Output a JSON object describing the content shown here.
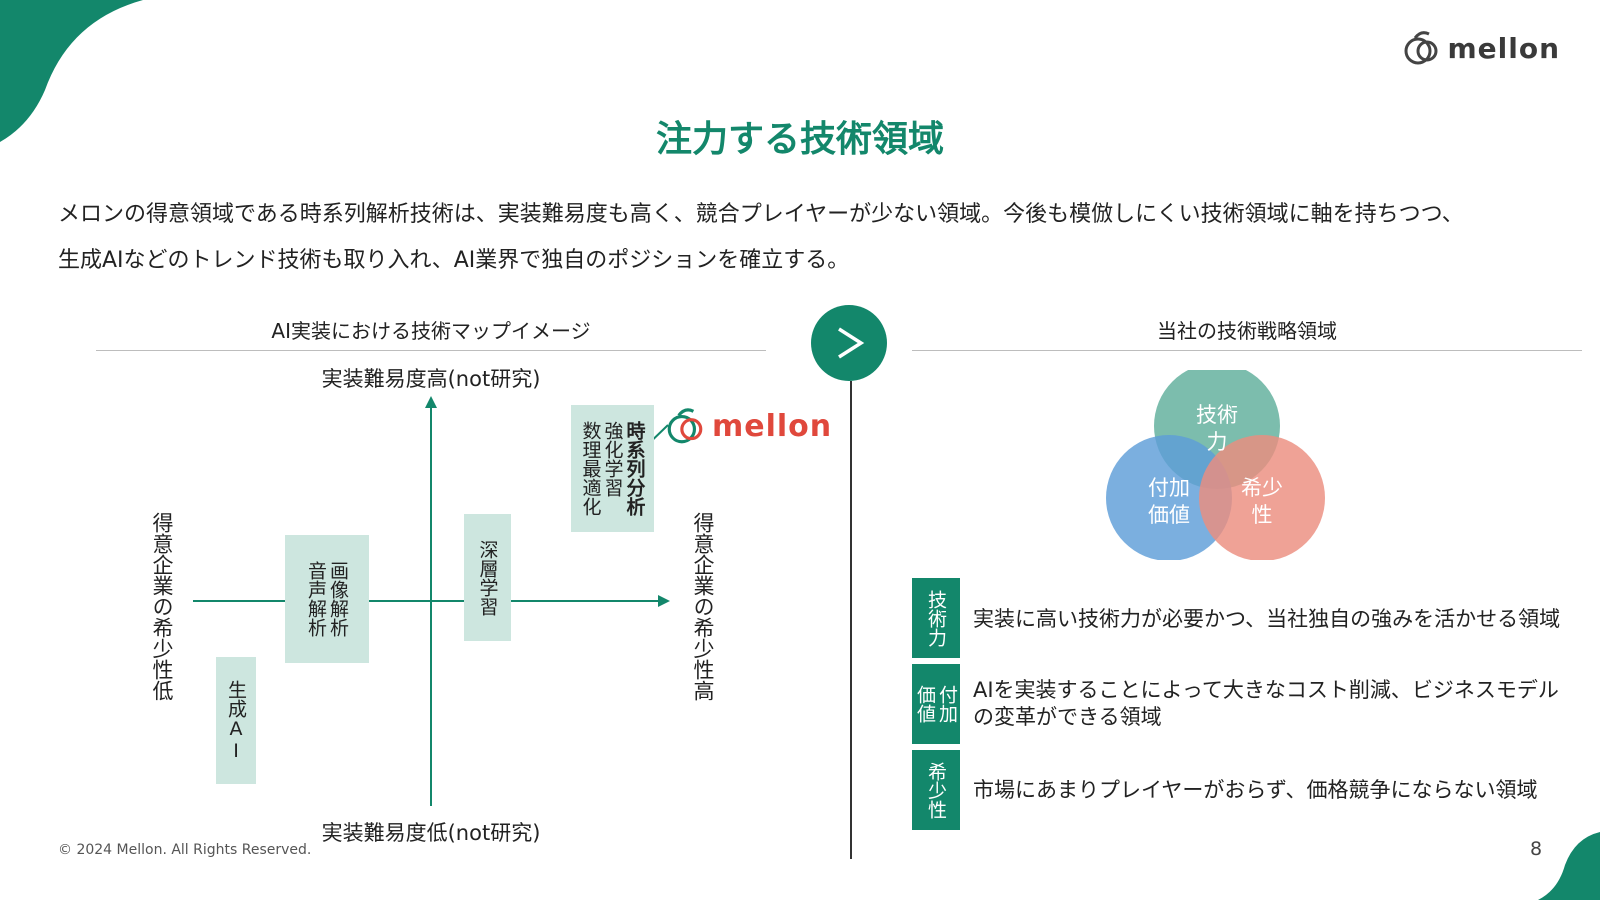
{
  "header": {
    "logo_text": "mellon",
    "title": "注力する技術領域"
  },
  "intro": {
    "line1": "メロンの得意領域である時系列解析技術は、実装難易度も高く、競合プレイヤーが少ない領域。今後も模倣しにくい技術領域に軸を持ちつつ、",
    "line2": "生成AIなどのトレンド技術も取り入れ、AI業界で独自のポジションを確立する。"
  },
  "left_section": {
    "heading": "AI実装における技術マップイメージ",
    "axis_top": "実装難易度高(not研究)",
    "axis_bottom": "実装難易度低(not研究)",
    "axis_left": "得意企業の希少性低",
    "axis_right": "得意企業の希少性高",
    "boxes": {
      "genai": "生成AI",
      "image_audio_col1": "画像解析",
      "image_audio_col2": "音声解析",
      "deep": "深層学習",
      "ts_col1": "時系列分析",
      "ts_col2": "強化学習",
      "ts_col3": "数理最適化"
    },
    "brand_logo_text": "mellon"
  },
  "right_section": {
    "heading": "当社の技術戦略領域",
    "venn": {
      "top_l1": "技術",
      "top_l2": "力",
      "left_l1": "付加",
      "left_l2": "価値",
      "right_l1": "希少",
      "right_l2": "性"
    },
    "definitions": {
      "tech_tag": "技術力",
      "tech_text": "実装に高い技術力が必要かつ、当社独自の強みを活かせる領域",
      "value_tag_col1": "付加",
      "value_tag_col2": "価値",
      "value_text": "AIを実装することによって大きなコスト削減、ビジネスモデルの変革ができる領域",
      "rarity_tag": "希少性",
      "rarity_text": "市場にあまりプレイヤーがおらず、価格競争にならない領域"
    }
  },
  "footer": {
    "copyright": "© 2024 Mellon. All Rights Reserved.",
    "page": "8"
  },
  "colors": {
    "brand_green": "#13876b",
    "box_light": "#cde6df",
    "venn_teal": "#5fae9b",
    "venn_blue": "#5e9ed8",
    "venn_salmon": "#ec8e7f",
    "logo_red": "#e0483c"
  }
}
